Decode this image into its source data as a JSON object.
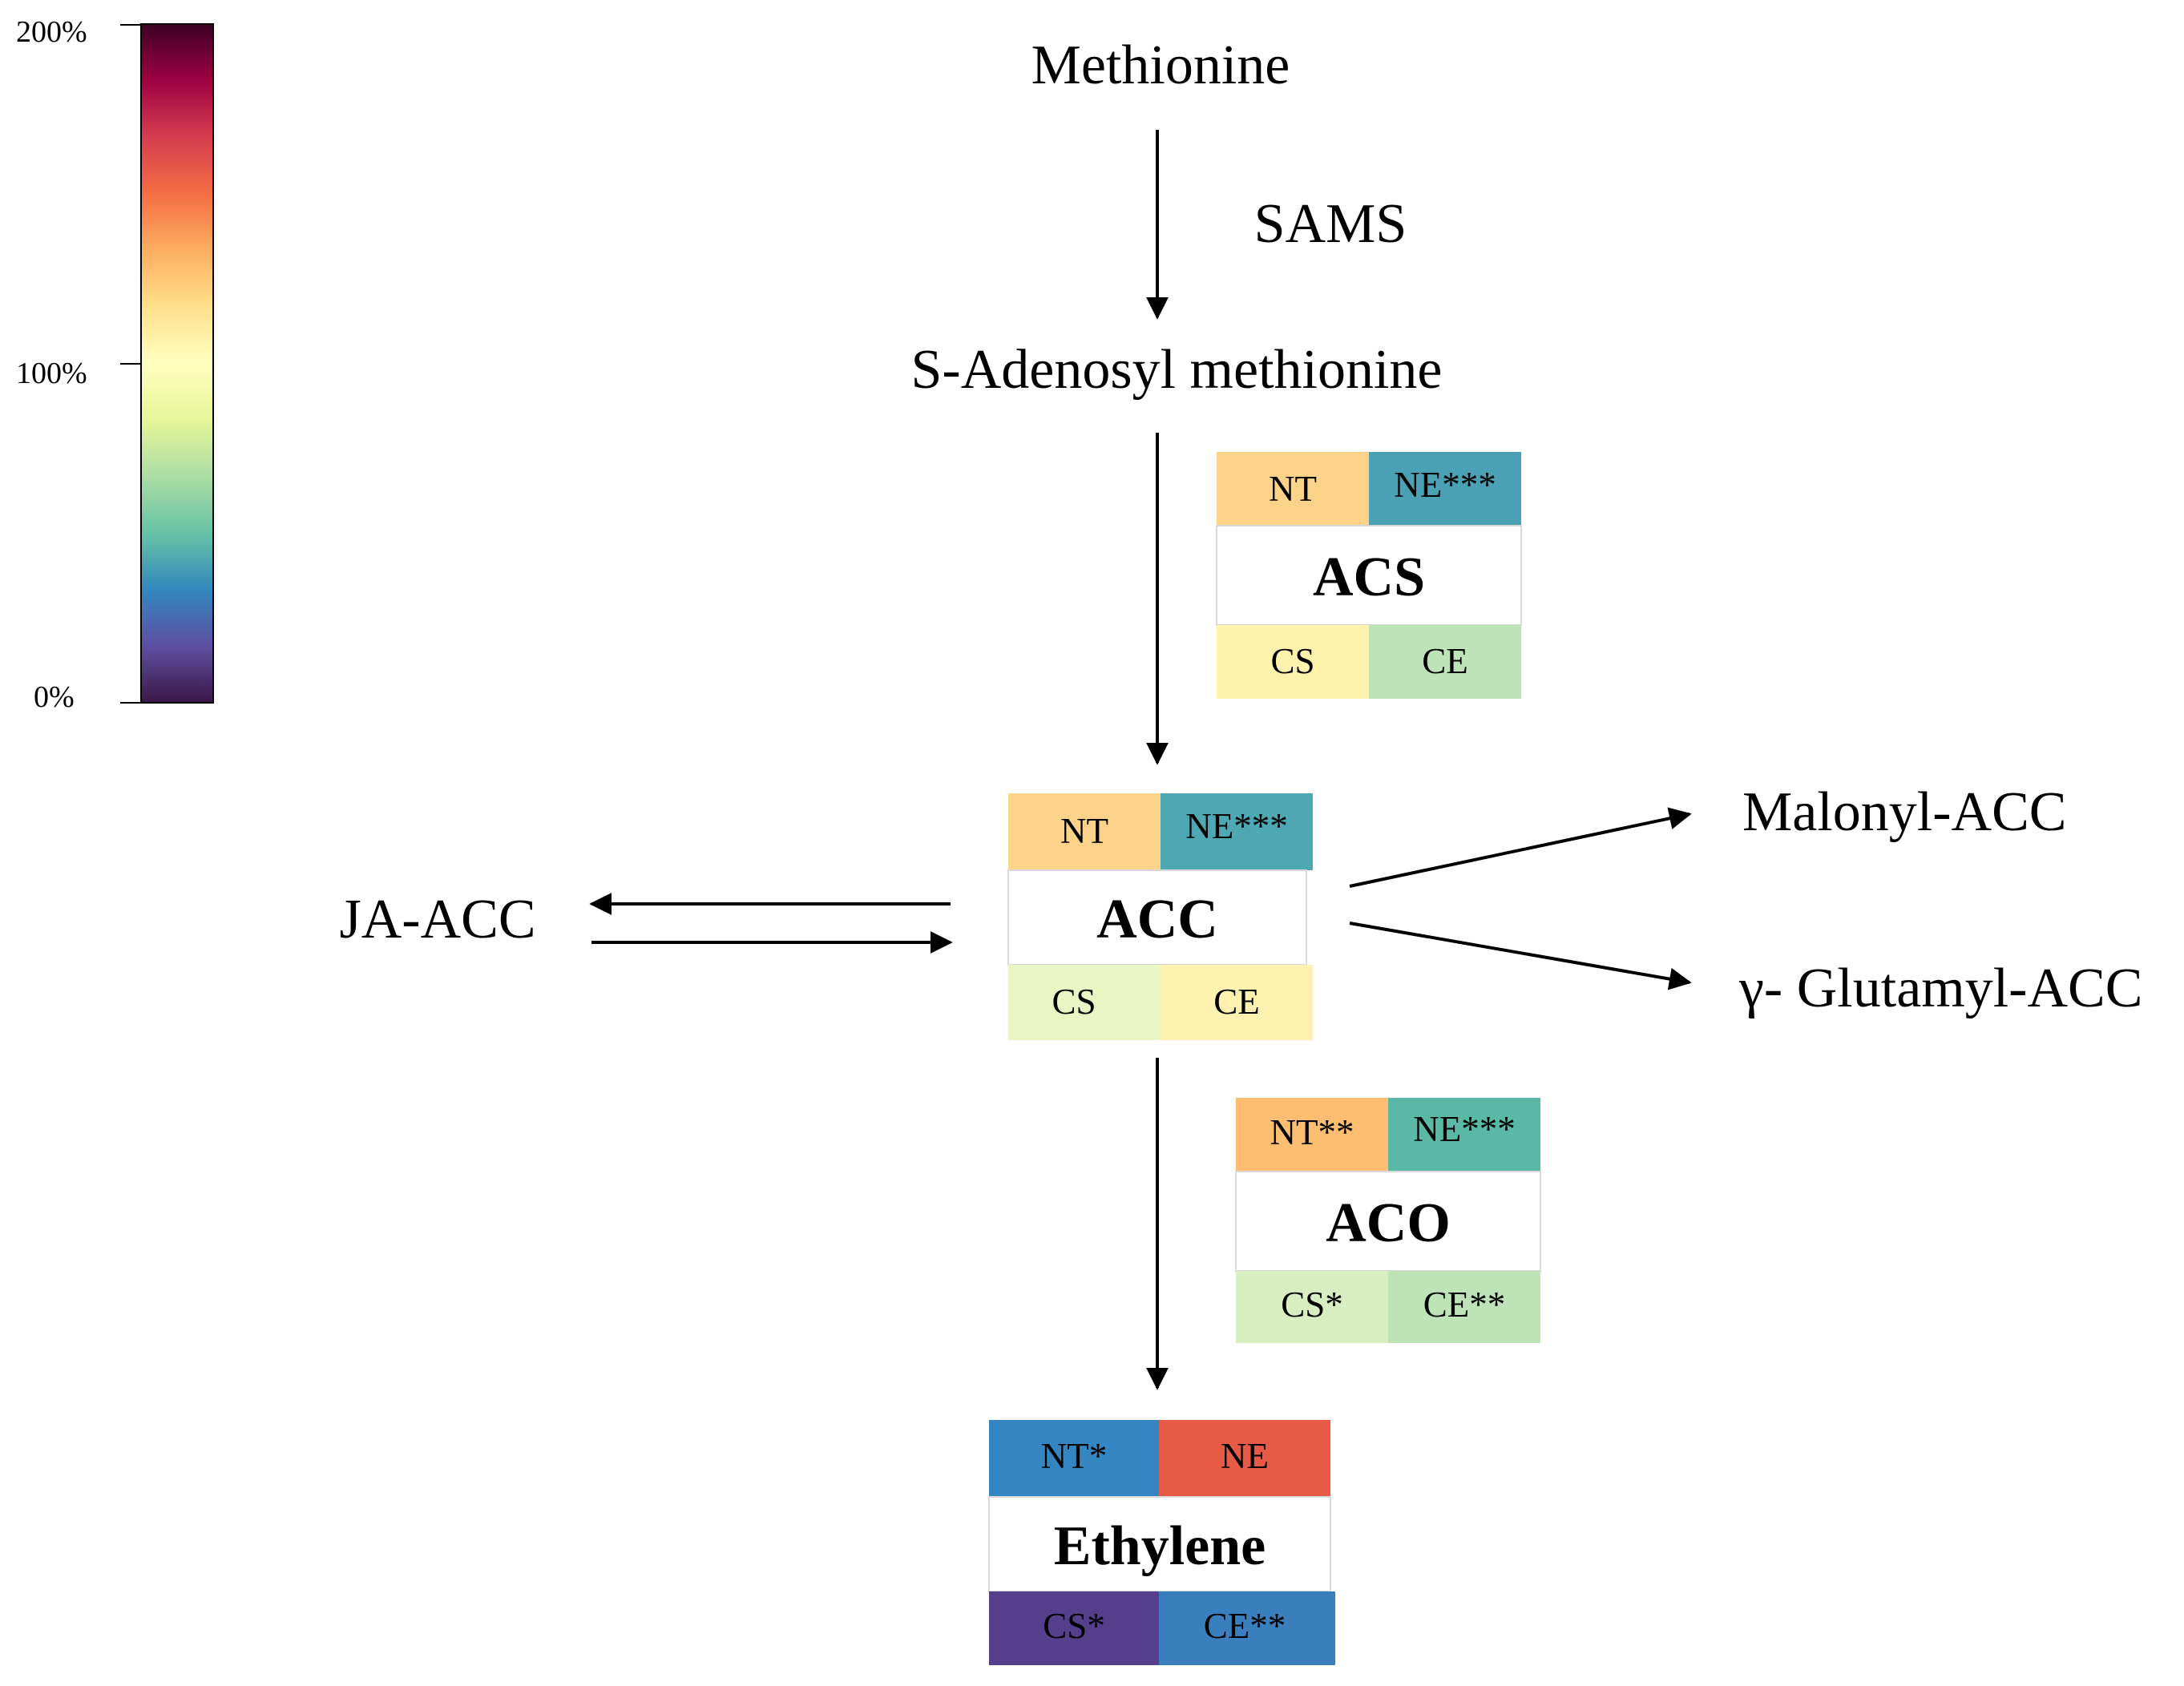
{
  "legend": {
    "ticks": [
      "200%",
      "100%",
      "0%"
    ],
    "gradient": [
      "#3b1746",
      "#5e4fa2",
      "#3288bd",
      "#66c2a5",
      "#abdda4",
      "#e6f598",
      "#ffffbf",
      "#fee08b",
      "#fdae61",
      "#f46d43",
      "#d53e4f",
      "#9e0142",
      "#3d0125"
    ]
  },
  "metabolites": {
    "methionine": "Methionine",
    "sams": "SAMS",
    "sam": "S-Adenosyl methionine",
    "ja_acc": "JA-ACC",
    "malonyl_acc": "Malonyl-ACC",
    "glutamyl_acc": "γ- Glutamyl-ACC"
  },
  "boxes": {
    "acs": {
      "title": "ACS",
      "cells": [
        {
          "label": "NT",
          "color": "#fdd38a"
        },
        {
          "label": "NE***",
          "color": "#4aa0b5"
        },
        {
          "label": "CS",
          "color": "#fff2ad"
        },
        {
          "label": "CE",
          "color": "#bfe3b8"
        }
      ]
    },
    "acc": {
      "title": "ACC",
      "cells": [
        {
          "label": "NT",
          "color": "#fdd38a"
        },
        {
          "label": "NE***",
          "color": "#4ea8b4"
        },
        {
          "label": "CS",
          "color": "#e9f5c2"
        },
        {
          "label": "CE",
          "color": "#fff2b0"
        }
      ]
    },
    "aco": {
      "title": "ACO",
      "cells": [
        {
          "label": "NT**",
          "color": "#fdbe72"
        },
        {
          "label": "NE***",
          "color": "#5ab9a6"
        },
        {
          "label": "CS*",
          "color": "#d6eec0"
        },
        {
          "label": "CE**",
          "color": "#bde3b6"
        }
      ]
    },
    "ethylene": {
      "title": "Ethylene",
      "cells": [
        {
          "label": "NT*",
          "color": "#3486c2"
        },
        {
          "label": "NE",
          "color": "#e65a46"
        },
        {
          "label": "CS*",
          "color": "#553f8c"
        },
        {
          "label": "CE**",
          "color": "#3a7fbd"
        }
      ]
    }
  }
}
